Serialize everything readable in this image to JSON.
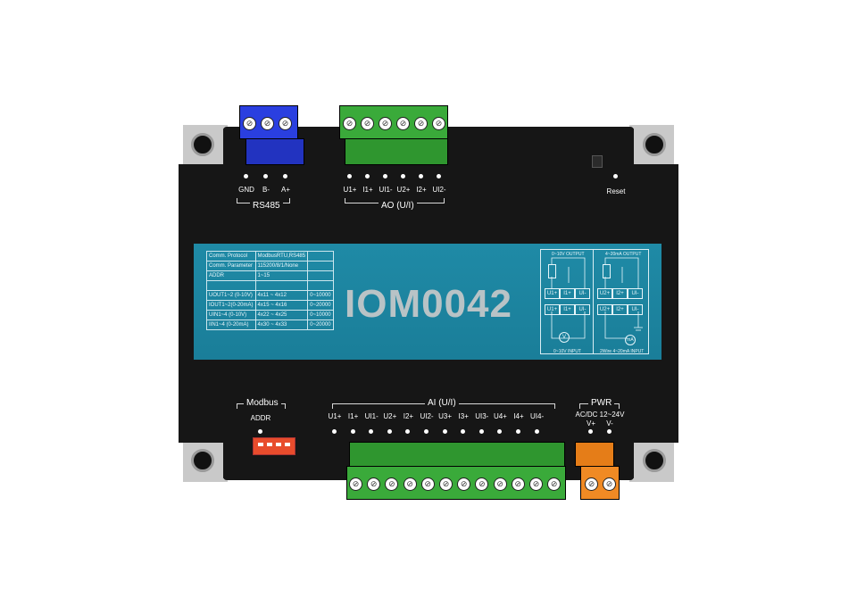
{
  "device": {
    "model": "IOM0042",
    "reset_label": "Reset"
  },
  "rs485": {
    "group_label": "RS485",
    "pins": [
      "GND",
      "B-",
      "A+"
    ]
  },
  "ao": {
    "group_label": "AO (U/I)",
    "pins": [
      "U1+",
      "I1+",
      "UI1-",
      "U2+",
      "I2+",
      "UI2-"
    ]
  },
  "modbus": {
    "group_label": "Modbus",
    "addr_label": "ADDR"
  },
  "ai": {
    "group_label": "AI (U/I)",
    "pins": [
      "U1+",
      "I1+",
      "UI1-",
      "U2+",
      "I2+",
      "UI2-",
      "U3+",
      "I3+",
      "UI3-",
      "U4+",
      "I4+",
      "UI4-"
    ]
  },
  "pwr": {
    "group_label": "PWR",
    "spec": "AC/DC 12~24V",
    "pins": [
      "V+",
      "V-"
    ]
  },
  "spec_table": {
    "rows": [
      [
        "Comm. Protocol",
        "ModbusRTU,RS485",
        ""
      ],
      [
        "Comm. Parameter",
        "115200/8/1/None",
        ""
      ],
      [
        "ADDR",
        "1~15",
        ""
      ],
      [
        "",
        "",
        ""
      ],
      [
        "UOUT1~2 (0-10V)",
        "4x11 ~ 4x12",
        "0~10000"
      ],
      [
        "IOUT1~2(0-20mA)",
        "4x15 ~ 4x16",
        "0~20000"
      ],
      [
        "UIN1~4    (0-10V)",
        "4x22 ~ 4x25",
        "0~10000"
      ],
      [
        "IIN1~4   (0-20mA)",
        "4x30 ~ 4x33",
        "0~20000"
      ]
    ]
  },
  "wiring": {
    "out_u_title": "0~10V OUTPUT",
    "out_i_title": "4~20mA OUTPUT",
    "in_u_title": "0~10V INPUT",
    "in_i_title": "2Wire 4~20mA INPUT",
    "row1_left": [
      "U1+",
      "I1+",
      "UI-"
    ],
    "row1_right": [
      "U2+",
      "I2+",
      "UI-"
    ],
    "row2_left": [
      "U1+",
      "I1+",
      "UI-"
    ],
    "row2_right": [
      "U2+",
      "I2+",
      "UI-"
    ],
    "v_symbol": "V",
    "ma_symbol": "mA"
  },
  "colors": {
    "rs485_block": "#2a3fe0",
    "ao_block": "#3aaa3a",
    "ai_block": "#3aaa3a",
    "pwr_block": "#f08a24",
    "dip_switch": "#e84c2c",
    "panel": "#1d86a2"
  }
}
